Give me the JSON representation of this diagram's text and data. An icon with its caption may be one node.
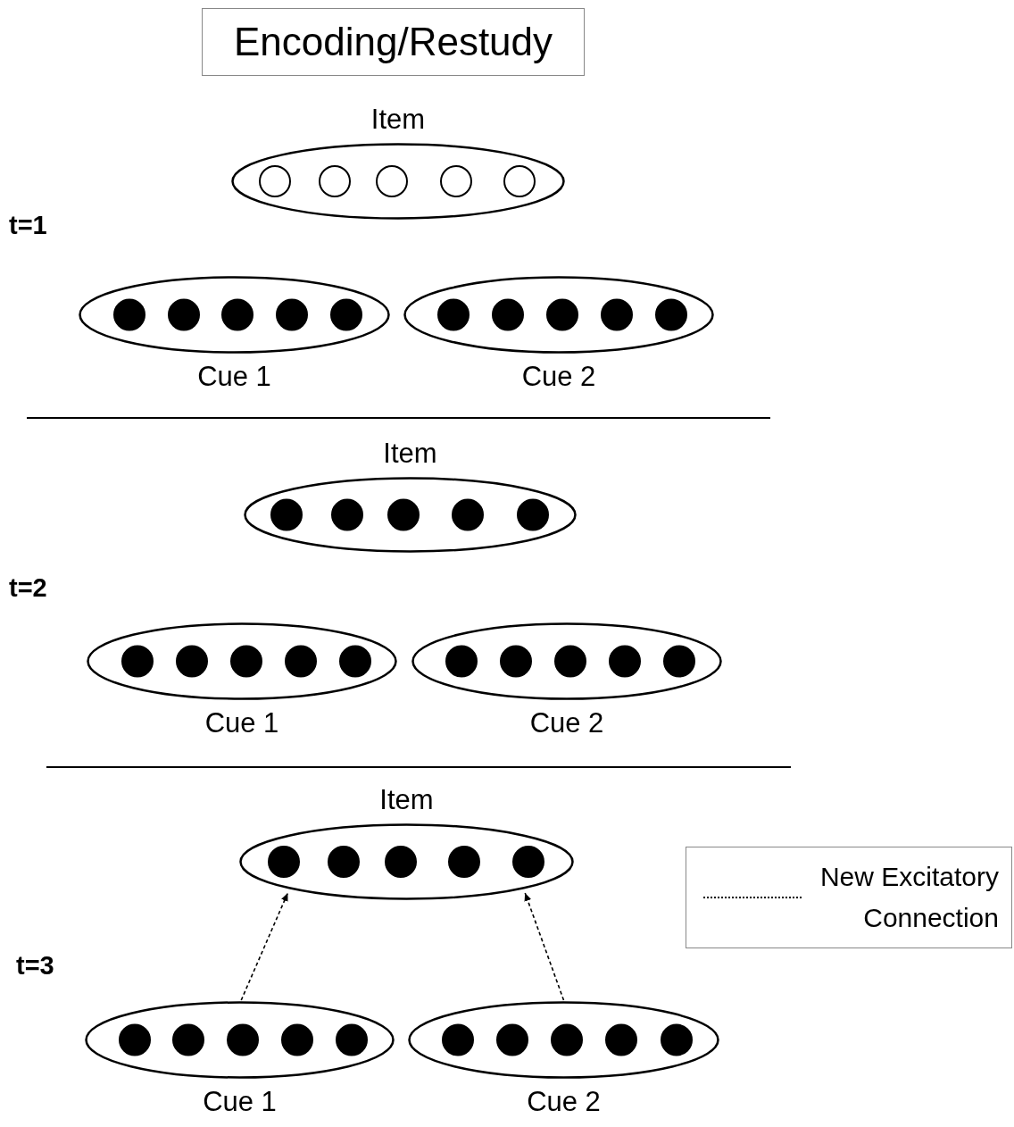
{
  "diagram": {
    "nodes": [
      {
        "text": [
          "Encoding/Restudy"
        ]
      },
      {
        "text": [
          "Item"
        ]
      },
      {
        "text": [
          "Cue 1"
        ]
      },
      {
        "text": [
          "Cue 2"
        ]
      },
      {
        "text": [
          "Item"
        ]
      },
      {
        "text": [
          "Cue 1"
        ]
      },
      {
        "text": [
          "Cue 2"
        ]
      },
      {
        "text": [
          "Item"
        ]
      },
      {
        "text": [
          "Cue 1"
        ]
      },
      {
        "text": [
          "Cue 2"
        ]
      }
    ],
    "edges": [
      {
        "from": 8,
        "to": 7,
        "arrow": "to",
        "style": "dashed"
      },
      {
        "from": 9,
        "to": 7,
        "arrow": "to",
        "style": "dashed"
      }
    ],
    "labels": [
      "t=1",
      "t=2",
      "t=3"
    ],
    "legend": [
      {
        "text": "New Excitatory Connection"
      }
    ]
  }
}
